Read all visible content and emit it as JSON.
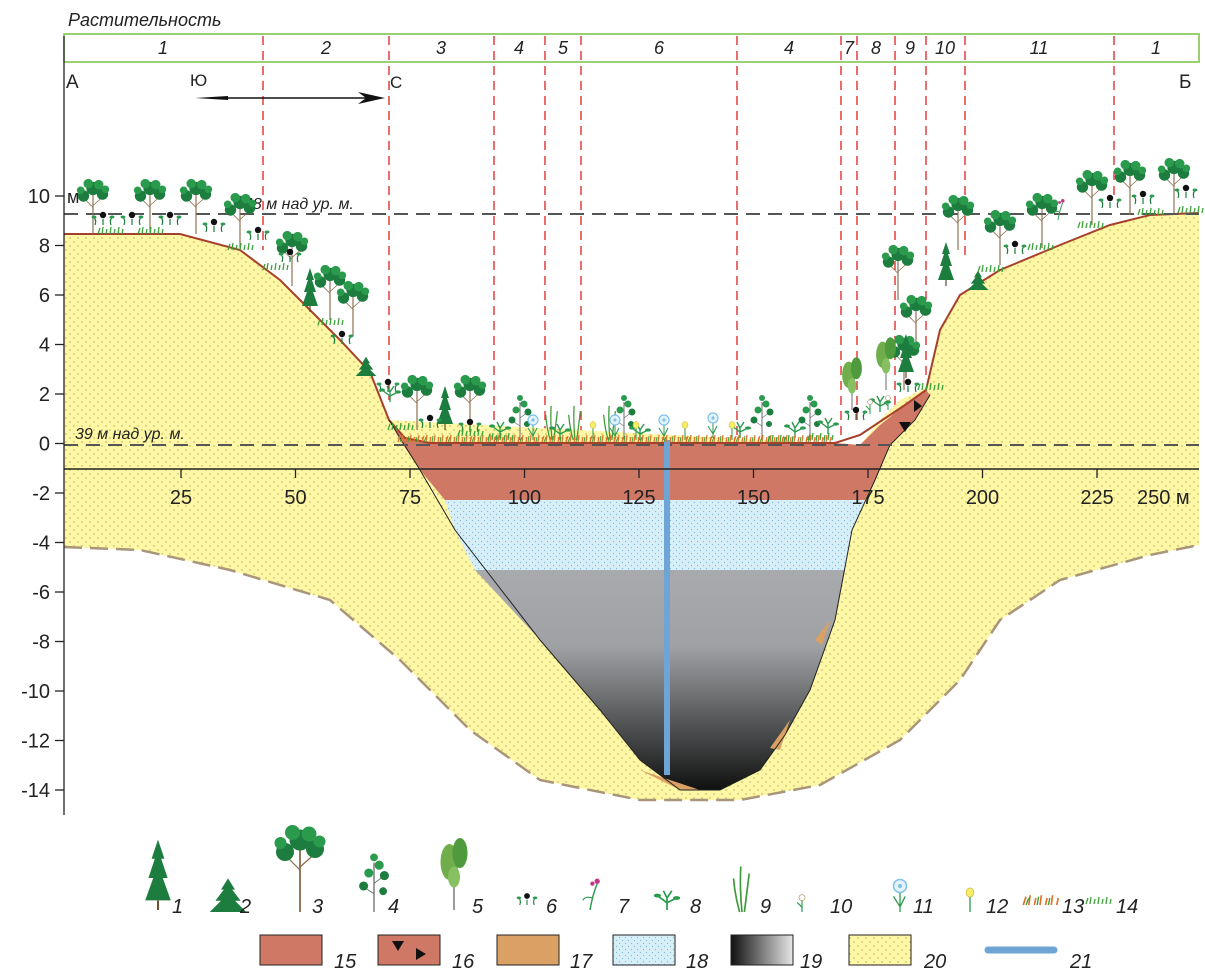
{
  "header": {
    "title": "Растительность"
  },
  "zones": [
    "1",
    "2",
    "3",
    "4",
    "5",
    "6",
    "4",
    "7",
    "8",
    "9",
    "10",
    "11",
    "1"
  ],
  "profile": {
    "start_label": "А",
    "end_label": "Б",
    "direction_from": "Ю",
    "direction_to": "С",
    "upper_level_label": "48 м над ур. м.",
    "lower_level_label": "39 м над ур. м.",
    "y_unit": "м",
    "x_unit_label": "250 м",
    "y_ticks": [
      "10",
      "8",
      "6",
      "4",
      "2",
      "0",
      "-2",
      "-4",
      "-6",
      "-8",
      "-10",
      "-12",
      "-14"
    ],
    "x_ticks": [
      "25",
      "50",
      "75",
      "100",
      "125",
      "150",
      "175",
      "200",
      "225"
    ]
  },
  "legend": {
    "row1": [
      "1",
      "2",
      "3",
      "4",
      "5",
      "6",
      "7",
      "8",
      "9",
      "10",
      "11",
      "12",
      "13",
      "14"
    ],
    "row2": [
      "15",
      "16",
      "17",
      "18",
      "19",
      "20",
      "21"
    ]
  },
  "colors": {
    "sand": "#fdf7a6",
    "peat_upper": "#cf7865",
    "peat_edge": "#a6402a",
    "blue_layer": "#d3ecf6",
    "gyttja_top": "#a6a8ab",
    "gyttja_bottom": "#1a1a1a",
    "orange_layer": "#dba164",
    "core_line": "#6fa5d5",
    "zone_box": "#7ac143",
    "zone_divider": "#e0201f",
    "tree": "#1d7d3f"
  }
}
